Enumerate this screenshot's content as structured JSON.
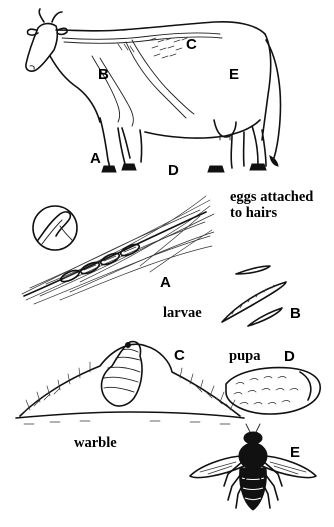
{
  "labels": {
    "cow_a": "A",
    "cow_b": "B",
    "cow_c": "C",
    "cow_d": "D",
    "cow_e": "E",
    "eggs_line1": "eggs attached",
    "eggs_line2": "to hairs",
    "eggs_letter": "A",
    "larvae": "larvae",
    "larvae_letter": "B",
    "warble_letter": "C",
    "warble": "warble",
    "pupa": "pupa",
    "pupa_letter": "D",
    "fly_letter": "E"
  }
}
